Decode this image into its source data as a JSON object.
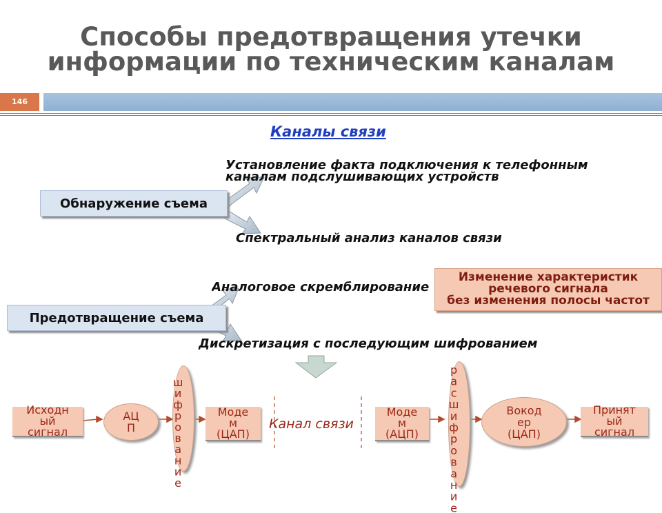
{
  "slide": {
    "title_line1": "Способы предотвращения утечки",
    "title_line2": "информации по техническим каналам",
    "slide_number": "146"
  },
  "section": {
    "heading": "Каналы связи"
  },
  "detection": {
    "box_label": "Обнаружение съема",
    "item1_line1": "Установление факта подключения к телефонным",
    "item1_line2": "каналам подслушивающих устройств",
    "item2": "Спектральный анализ каналов связи"
  },
  "prevention": {
    "box_label": "Предотвращение съема",
    "item1": "Аналоговое скремблирование",
    "item2": "Дискретизация с последующим шифрованием",
    "note_line1": "Изменение характеристик",
    "note_line2": "речевого сигнала",
    "note_line3": "без изменения полосы частот"
  },
  "flow": {
    "source_line1": "Исходн",
    "source_line2": "ый",
    "source_line3": "сигнал",
    "adc_line1": "АЦ",
    "adc_line2": "П",
    "encryption_vertical": "шифрование",
    "modem1_line1": "Моде",
    "modem1_line2": "м",
    "modem1_line3": "(ЦАП)",
    "channel_label": "Канал связи",
    "modem2_line1": "Моде",
    "modem2_line2": "м",
    "modem2_line3": "(АЦП)",
    "decryption_vertical": "расшифрование",
    "vocoder_line1": "Вокод",
    "vocoder_line2": "ер",
    "vocoder_line3": "(ЦАП)",
    "received_line1": "Принят",
    "received_line2": "ый",
    "received_line3": "сигнал"
  },
  "colors": {
    "accent_orange": "#d9774a",
    "header_bar_blue": "#8fb0d3",
    "box_blue": "#dbe5f1",
    "box_peach": "#f5c9b3",
    "flow_text": "#9b2717",
    "link_blue": "#1f3fbf"
  }
}
